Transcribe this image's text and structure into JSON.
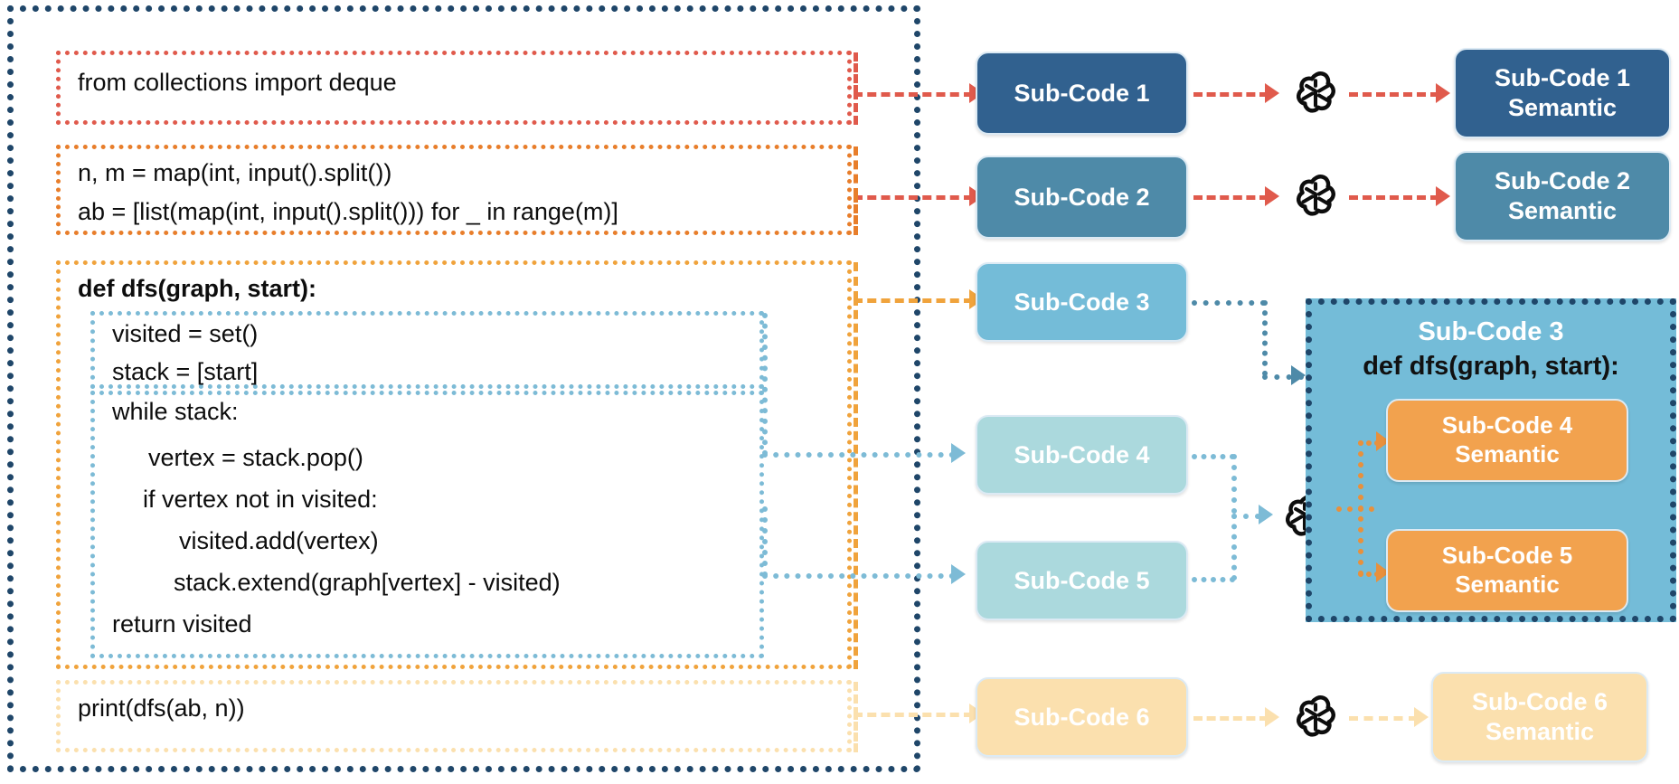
{
  "diagram": {
    "title": "Sub-code segmentation and semantic generation pipeline",
    "colors": {
      "outer_frame": "#1F4669",
      "seg1_border": "#E05A4C",
      "seg2_border": "#E87E2B",
      "seg3_border": "#F0A33C",
      "seg4_border": "#7DBBD6",
      "seg5_border": "#7DBBD6",
      "seg6_border": "#FBE0AE",
      "subcode1": "#31618F",
      "subcode2": "#4E8AA8",
      "subcode3": "#74BCD8",
      "subcode4": "#ABD9DD",
      "subcode5": "#ABD9DD",
      "subcode6": "#FBE0AE",
      "semantic_orange": "#F2A24E",
      "panel3_fill": "#74BCD8",
      "arrow_red": "#E05A4C",
      "arrow_orange": "#F0A33C",
      "arrow_blue": "#7DBBD6",
      "arrow_cream": "#FBE0AE"
    },
    "code_segments": [
      {
        "id": "seg1",
        "lines": [
          "from collections import deque"
        ],
        "bold": [
          false
        ]
      },
      {
        "id": "seg2",
        "lines": [
          "n, m = map(int, input().split())",
          "ab = [list(map(int, input().split())) for _ in range(m)]"
        ],
        "bold": [
          false,
          false
        ]
      },
      {
        "id": "seg3_header",
        "lines": [
          "def dfs(graph, start):"
        ],
        "bold": [
          true
        ]
      },
      {
        "id": "seg4",
        "lines": [
          "    visited = set()",
          "    stack = [start]"
        ],
        "bold": [
          false,
          false
        ]
      },
      {
        "id": "seg5",
        "lines": [
          "    while stack:",
          "        vertex = stack.pop()",
          "        if vertex not in visited:",
          "            visited.add(vertex)",
          "            stack.extend(graph[vertex] - visited)",
          "    return visited"
        ],
        "bold": [
          false,
          false,
          false,
          false,
          false,
          false
        ]
      },
      {
        "id": "seg6",
        "lines": [
          "print(dfs(ab, n))"
        ],
        "bold": [
          false
        ]
      }
    ],
    "code_text": {
      "line_import": "from collections import deque",
      "line_nm": "n, m = map(int, input().split())",
      "line_ab": "ab = [list(map(int, input().split())) for _ in range(m)]",
      "line_def": "def dfs(graph, start):",
      "line_visited": "visited = set()",
      "line_stack": "stack = [start]",
      "line_while": "while stack:",
      "line_vertex": "vertex = stack.pop()",
      "line_if": "if vertex not in visited:",
      "line_add": "visited.add(vertex)",
      "line_extend": "stack.extend(graph[vertex] - visited)",
      "line_return": "return visited",
      "line_print": "print(dfs(ab, n))"
    },
    "subcode_nodes": [
      {
        "key": "n1",
        "label": "Sub-Code 1"
      },
      {
        "key": "n2",
        "label": "Sub-Code 2"
      },
      {
        "key": "n3",
        "label": "Sub-Code 3"
      },
      {
        "key": "n4",
        "label": "Sub-Code 4"
      },
      {
        "key": "n5",
        "label": "Sub-Code 5"
      },
      {
        "key": "n6",
        "label": "Sub-Code 6"
      }
    ],
    "semantic_nodes": [
      {
        "key": "s1",
        "line1": "Sub-Code 1",
        "line2": "Semantic"
      },
      {
        "key": "s2",
        "line1": "Sub-Code 2",
        "line2": "Semantic"
      },
      {
        "key": "s4",
        "line1": "Sub-Code 4",
        "line2": "Semantic"
      },
      {
        "key": "s5",
        "line1": "Sub-Code 5",
        "line2": "Semantic"
      },
      {
        "key": "s6",
        "line1": "Sub-Code 6",
        "line2": "Semantic"
      }
    ],
    "panel3": {
      "title": "Sub-Code 3",
      "signature": "def dfs(graph, start):"
    },
    "llm_icon_label": "openai-logo-icon",
    "llm_icon_count": 4
  }
}
